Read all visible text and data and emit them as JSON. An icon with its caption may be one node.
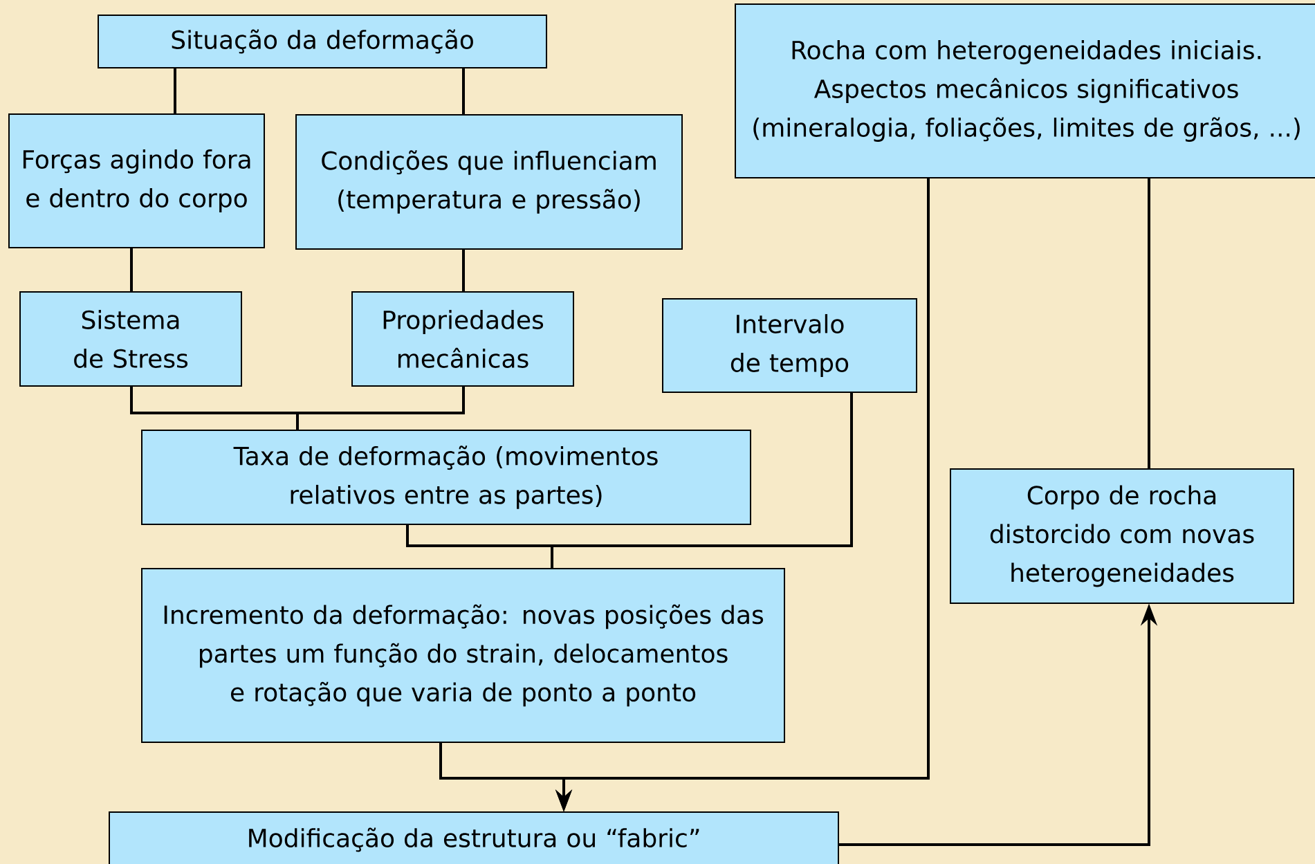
{
  "diagram": {
    "nodes": [
      {
        "text": [
          "Situação da deformação"
        ]
      },
      {
        "text": [
          "Forças agindo fora e dentro do corpo"
        ]
      },
      {
        "text": [
          "Condições que influenciam (temperatura e pressão)"
        ]
      },
      {
        "text": [
          "Rocha com heterogeneidades iniciais. Aspectos mecânicos significativos (mineralogia, foliações, limites de grãos, ...)"
        ]
      },
      {
        "text": [
          "Sistema de Stress"
        ]
      },
      {
        "text": [
          "Propriedades mecânicas"
        ]
      },
      {
        "text": [
          "Intervalo de tempo"
        ]
      },
      {
        "text": [
          "Taxa de deformação (movimentos relativos entre as partes)"
        ]
      },
      {
        "text": [
          "Corpo de rocha distorcido com novas heterogeneidades"
        ]
      },
      {
        "text": [
          "Incremento da deformação: novas posições das partes um função do strain, delocamentos e rotação que varia de ponto a ponto"
        ]
      },
      {
        "text": [
          "Modificação da estrutura ou “fabric”"
        ]
      }
    ],
    "edges": [
      {
        "from": 0,
        "to": 1,
        "arrow": "none"
      },
      {
        "from": 0,
        "to": 2,
        "arrow": "none"
      },
      {
        "from": 1,
        "to": 4,
        "arrow": "none"
      },
      {
        "from": 2,
        "to": 5,
        "arrow": "none"
      },
      {
        "from": 4,
        "to": 7,
        "arrow": "none"
      },
      {
        "from": 5,
        "to": 7,
        "arrow": "none"
      },
      {
        "from": 7,
        "to": 9,
        "arrow": "none"
      },
      {
        "from": 6,
        "to": 9,
        "arrow": "none"
      },
      {
        "from": 9,
        "to": 10,
        "arrow": "to"
      },
      {
        "from": 3,
        "to": 10,
        "arrow": "to"
      },
      {
        "from": 10,
        "to": 8,
        "arrow": "to"
      },
      {
        "from": 3,
        "to": 8,
        "arrow": "none"
      }
    ]
  }
}
